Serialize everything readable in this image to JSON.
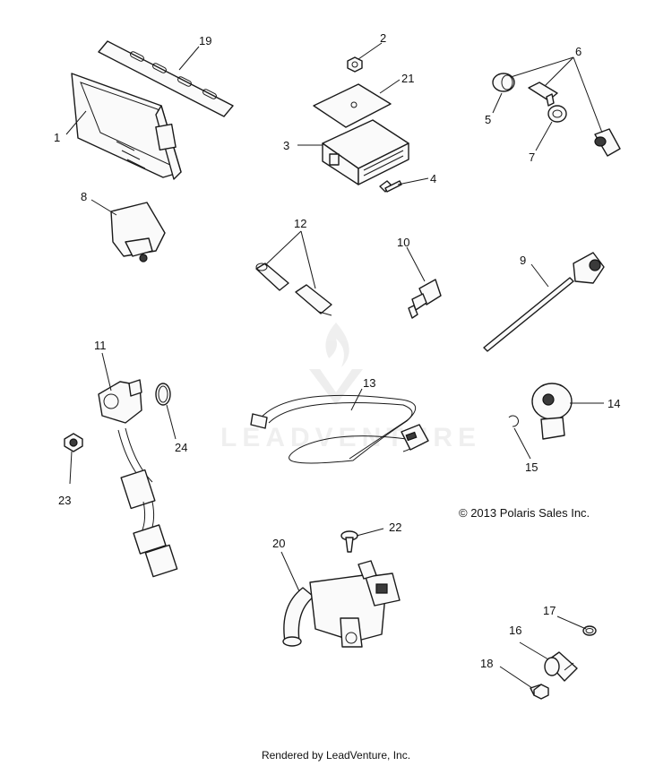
{
  "watermark": {
    "text": "LEADVENTURE"
  },
  "callouts": {
    "c1": "1",
    "c2": "2",
    "c3": "3",
    "c4": "4",
    "c5": "5",
    "c6": "6",
    "c7": "7",
    "c8": "8",
    "c9": "9",
    "c10": "10",
    "c11": "11",
    "c12": "12",
    "c13": "13",
    "c14": "14",
    "c15": "15",
    "c16": "16",
    "c17": "17",
    "c18": "18",
    "c19": "19",
    "c20": "20",
    "c21": "21",
    "c22": "22",
    "c23": "23",
    "c24": "24"
  },
  "footer": {
    "copyright": "© 2013 Polaris Sales Inc.",
    "rendered_by": "Rendered by LeadVenture, Inc."
  }
}
